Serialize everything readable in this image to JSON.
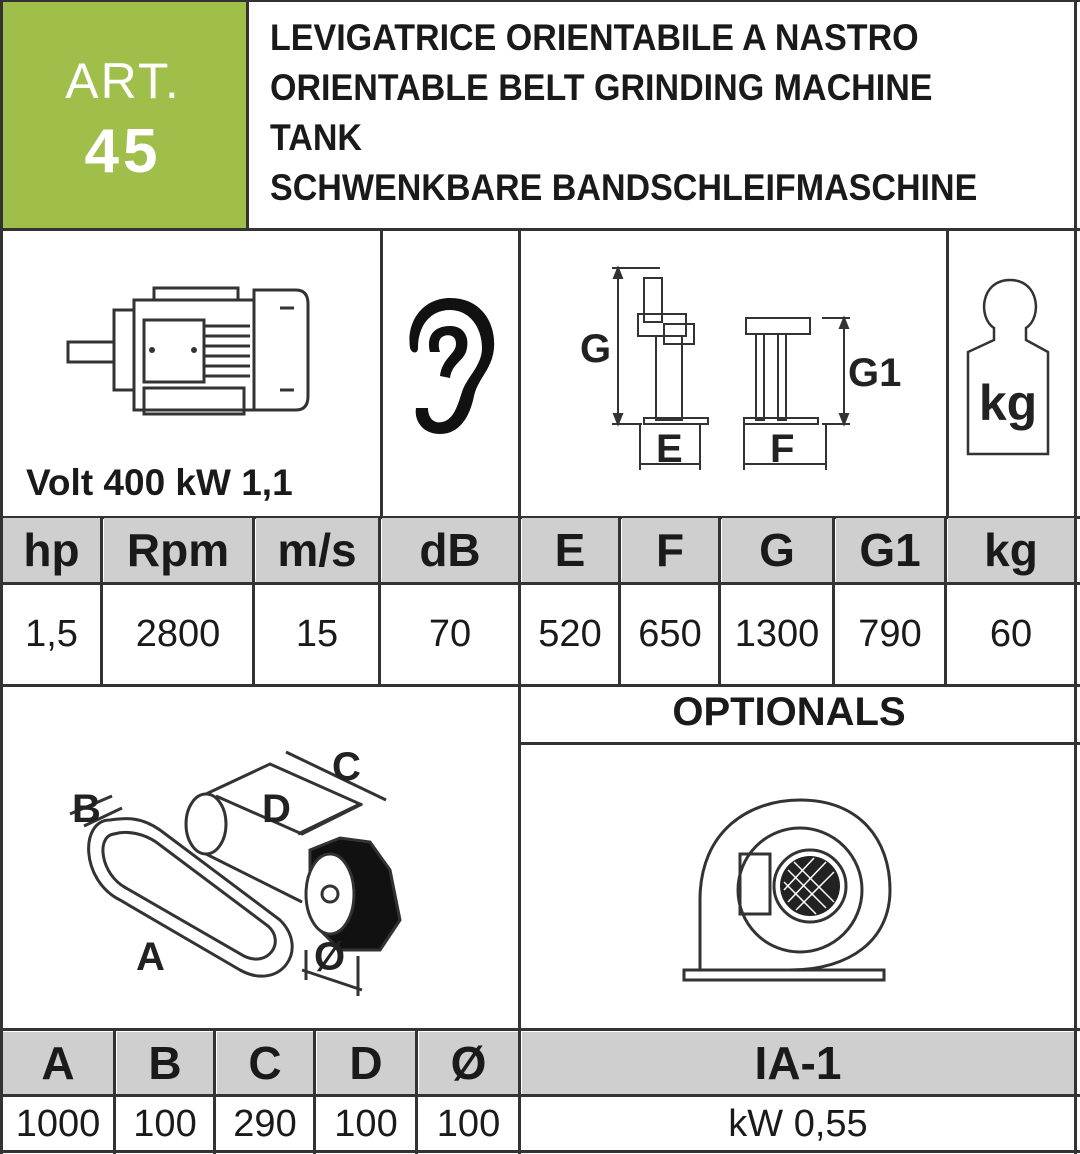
{
  "article": {
    "label": "ART.",
    "number": "45",
    "accent_color": "#9fbf4a"
  },
  "titles": [
    "LEVIGATRICE ORIENTABILE A NASTRO",
    "ORIENTABLE BELT GRINDING MACHINE",
    "TANK",
    "SCHWENKBARE BANDSCHLEIFMASCHINE"
  ],
  "motor": {
    "caption": "Volt 400 kW 1,1"
  },
  "dimension_labels": {
    "g": "G",
    "g1": "G1",
    "e": "E",
    "f": "F",
    "weight": "kg"
  },
  "specs": {
    "headers": [
      "hp",
      "Rpm",
      "m/s",
      "dB",
      "E",
      "F",
      "G",
      "G1",
      "kg"
    ],
    "values": [
      "1,5",
      "2800",
      "15",
      "70",
      "520",
      "650",
      "1300",
      "790",
      "60"
    ]
  },
  "belt_diagram": {
    "a": "A",
    "b": "B",
    "c": "C",
    "d": "D",
    "dia": "Ø"
  },
  "belt_specs": {
    "headers": [
      "A",
      "B",
      "C",
      "D",
      "Ø"
    ],
    "values": [
      "1000",
      "100",
      "290",
      "100",
      "100"
    ]
  },
  "optionals": {
    "title": "OPTIONALS",
    "model": "IA-1",
    "power": "kW 0,55"
  },
  "icons": [
    "motor-icon",
    "ear-icon",
    "machine-dimension-icon",
    "weight-icon",
    "belt-icon",
    "blower-icon"
  ]
}
